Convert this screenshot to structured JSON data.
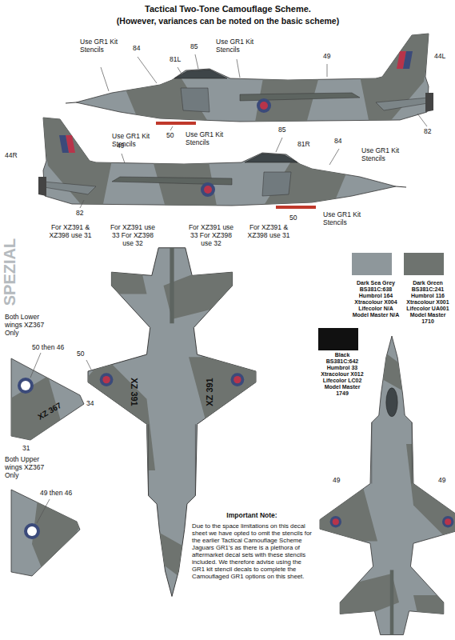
{
  "diagram": {
    "title": "Tactical Two-Tone Camouflage Scheme.",
    "labels": [
      "Use GR1 Kit Stencils",
      "84",
      "81L",
      "85",
      "Use GR1 Kit Stencils",
      "49",
      "44L",
      "82",
      "Use GR1 Kit Stencils",
      "50",
      "44R",
      "82",
      "49",
      "Use GR1 Kit Stencils",
      "85",
      "81R",
      "84",
      "Use GR1 Kit Stencils",
      "Use GR1 Kit Stencils",
      "50",
      "For XZ391 & XZ398 use 31",
      "For XZ391 use 33 For XZ398 use 32",
      "For XZ391 use 33 For XZ398 use 32",
      "For XZ391 & XZ398 use 31",
      "50",
      "XZ 391",
      "XZ 391",
      "Both Lower wings XZ367 Only",
      "50 then 46",
      "XZ 367",
      "31",
      "34",
      "Both Upper wings XZ367 Only",
      "49 then 46",
      "49",
      "49",
      "Important Note:",
      "Due to the space limitations on this decal sheet we have opted to omit the stencils for the earlier Tactical Camouflage Scheme Jaguars GR1's as there is a plethora of aftermarket decal sets with these stencils included. We therefore advise using the GR1 kit stencil decals to complete the Camouflaged GR1 options on this sheet.",
      "SPEZIAL",
      "(However, variances can be noted on the basic scheme)"
    ],
    "legend": [
      {
        "text": "Dark Sea Grey BS381C:638 Humbrol 164 Xtracolour X004 Lifecolor N/A Model Master N/A",
        "color": "#8e979b"
      },
      {
        "text": "Dark Green BS381C:241 Humbrol 116 Xtracolour X001 Lifecolor UA001 Model Master 1710",
        "color": "#6e736f"
      },
      {
        "text": "Black BS381C:642 Humbrol 33 Xtracolour X012 Lifecolor LC02 Model Master 1749",
        "color": "#111111"
      }
    ]
  }
}
